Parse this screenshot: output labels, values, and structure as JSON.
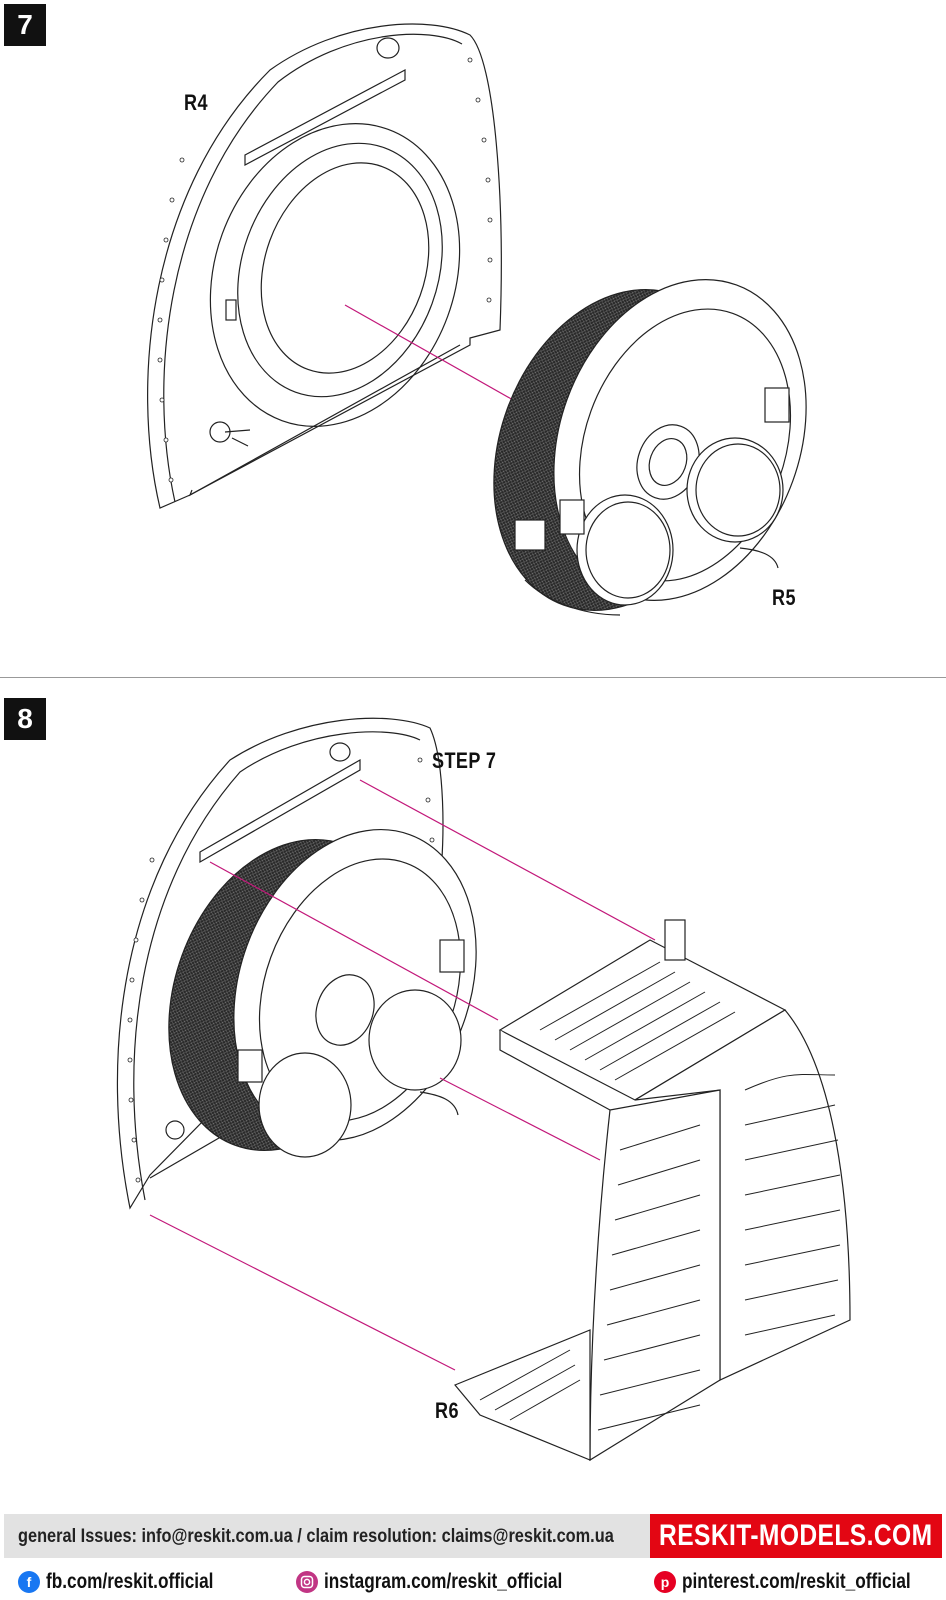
{
  "steps": [
    {
      "number": "7",
      "labels": {
        "r4": "R4",
        "r5": "R5"
      }
    },
    {
      "number": "8",
      "labels": {
        "ref": "STEP 7",
        "r6": "R6"
      }
    }
  ],
  "footer": {
    "issues_text": "general Issues: info@reskit.com.ua / claim resolution: claims@reskit.com.ua",
    "brand": "RESKIT-MODELS.COM",
    "facebook": "fb.com/reskit.official",
    "instagram": "instagram.com/reskit_official",
    "pinterest": "pinterest.com/reskit_official"
  },
  "colors": {
    "brand_red": "#e30613",
    "guide_line": "#c2187a",
    "facebook": "#1877f2",
    "instagram": "#c13584",
    "pinterest": "#e60023"
  },
  "icons": [
    "facebook-icon",
    "instagram-icon",
    "pinterest-icon"
  ]
}
